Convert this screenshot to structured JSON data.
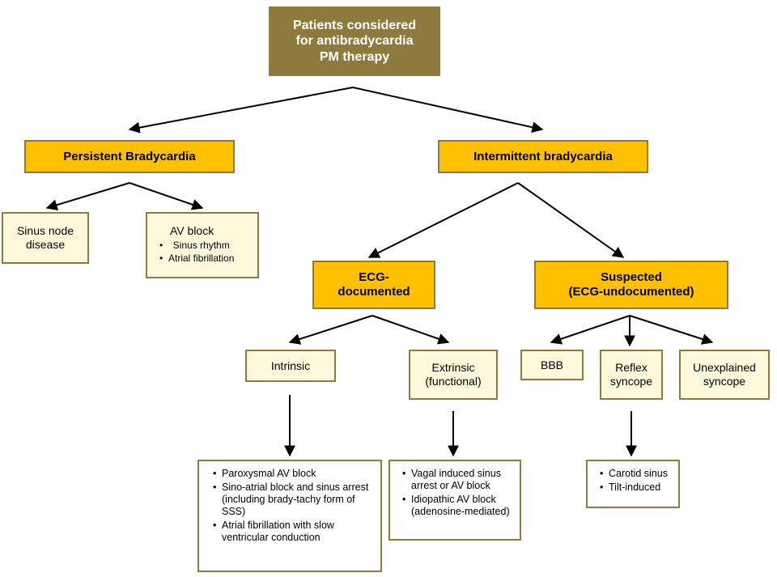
{
  "diagram": {
    "root": {
      "lines": [
        "Patients considered",
        "for antibradycardia",
        "PM therapy"
      ]
    },
    "persistent": {
      "label": "Persistent Bradycardia"
    },
    "intermittent": {
      "label": "Intermittent bradycardia"
    },
    "sinus_node": {
      "lines": [
        "Sinus node",
        "disease"
      ]
    },
    "av_block": {
      "title": "AV block",
      "items": [
        "Sinus rhythm",
        "Atrial fibrillation"
      ]
    },
    "ecg_documented": {
      "lines": [
        "ECG-",
        "documented"
      ]
    },
    "suspected": {
      "lines": [
        "Suspected",
        "(ECG-undocumented)"
      ]
    },
    "intrinsic": {
      "label": "Intrinsic"
    },
    "extrinsic": {
      "lines": [
        "Extrinsic",
        "(functional)"
      ]
    },
    "bbb": {
      "label": "BBB"
    },
    "reflex": {
      "lines": [
        "Reflex",
        "syncope"
      ]
    },
    "unexplained": {
      "lines": [
        "Unexplained",
        "syncope"
      ]
    },
    "intrinsic_list": {
      "items": [
        "Paroxysmal AV block",
        "Sino-atrial block and sinus arrest (including brady-tachy form of SSS)",
        "Atrial fibrillation with slow ventricular conduction"
      ]
    },
    "extrinsic_list": {
      "items": [
        "Vagal induced sinus arrest or AV block",
        "Idiopathic AV block (adenosine-mediated)"
      ]
    },
    "reflex_list": {
      "items": [
        "Carotid sinus",
        "Tilt-induced"
      ]
    }
  },
  "colors": {
    "root_fill": "#8f7a3d",
    "gold_fill": "#ffc000",
    "light_fill": "#fff8db",
    "border": "#8f7a3d",
    "arrow": "#000000"
  }
}
